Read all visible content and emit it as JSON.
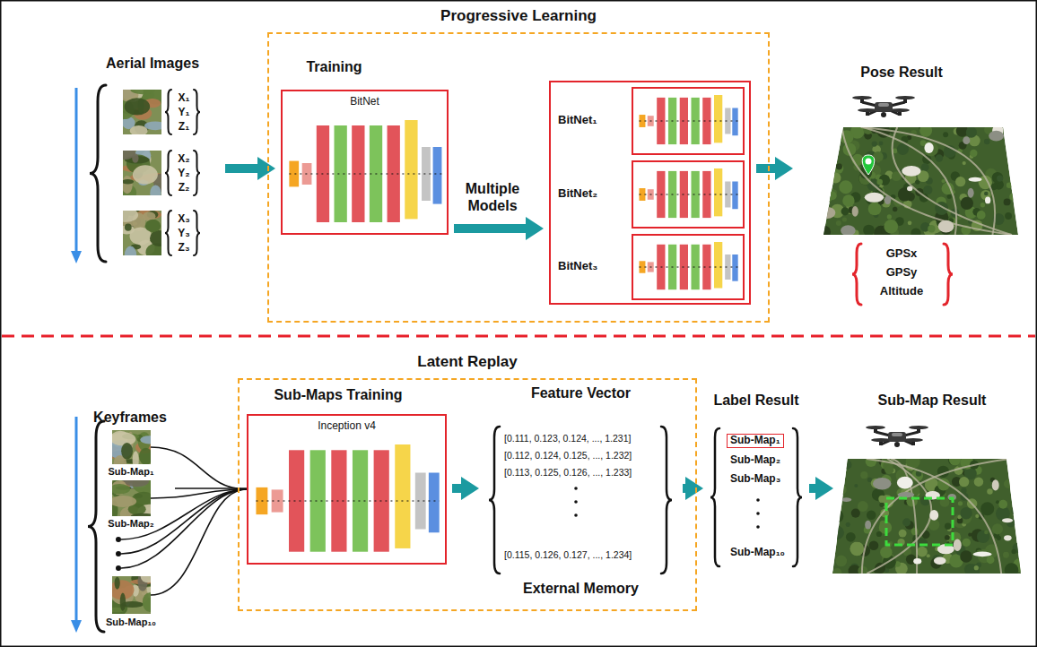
{
  "diagram": {
    "nodes": [
      {
        "text": [
          "Aerial Images"
        ]
      },
      {
        "text": [
          "Progressive Learning"
        ]
      },
      {
        "text": [
          "Training",
          "BitNet"
        ],
        "in": 1
      },
      {
        "text": [
          "BitNet₁",
          "BitNet₂",
          "BitNet₃"
        ],
        "in": 1
      },
      {
        "text": [
          "Pose Result"
        ]
      },
      {
        "text": [
          "Keyframes"
        ]
      },
      {
        "text": [
          "Latent Replay"
        ]
      },
      {
        "text": [
          "Sub-Maps Training",
          "Inception v4"
        ],
        "in": 6
      },
      {
        "text": [
          "Feature Vector",
          "[0.111, 0.123, 0.124, ..., 1.231]",
          "[0.112, 0.124, 0.125, ..., 1.232]",
          "[0.113, 0.125, 0.126, ..., 1.233]",
          "[0.115, 0.126, 0.127, ..., 1.234]",
          "External Memory"
        ],
        "in": 6
      },
      {
        "text": [
          "Label Result",
          "Sub-Map₁",
          "Sub-Map₂",
          "Sub-Map₃",
          "Sub-Map₁₀"
        ]
      },
      {
        "text": [
          "Sub-Map Result"
        ]
      }
    ],
    "edges": [
      {
        "from": 0,
        "to": 2,
        "arrow": "to"
      },
      {
        "from": 2,
        "to": 3,
        "label": "Multiple Models",
        "arrow": "to"
      },
      {
        "from": 3,
        "to": 4,
        "arrow": "to"
      },
      {
        "from": 5,
        "to": 7,
        "arrow": "none"
      },
      {
        "from": 7,
        "to": 8,
        "arrow": "to"
      },
      {
        "from": 8,
        "to": 9,
        "arrow": "to"
      },
      {
        "from": 9,
        "to": 10,
        "arrow": "to"
      }
    ],
    "labels": [
      "X₁",
      "Y₁",
      "Z₁",
      "X₂",
      "Y₂",
      "Z₂",
      "X₃",
      "Y₃",
      "Z₃",
      "GPSx",
      "GPSy",
      "Altitude",
      "Sub-Map₁",
      "Sub-Map₂",
      "Sub-Map₁₀"
    ]
  }
}
